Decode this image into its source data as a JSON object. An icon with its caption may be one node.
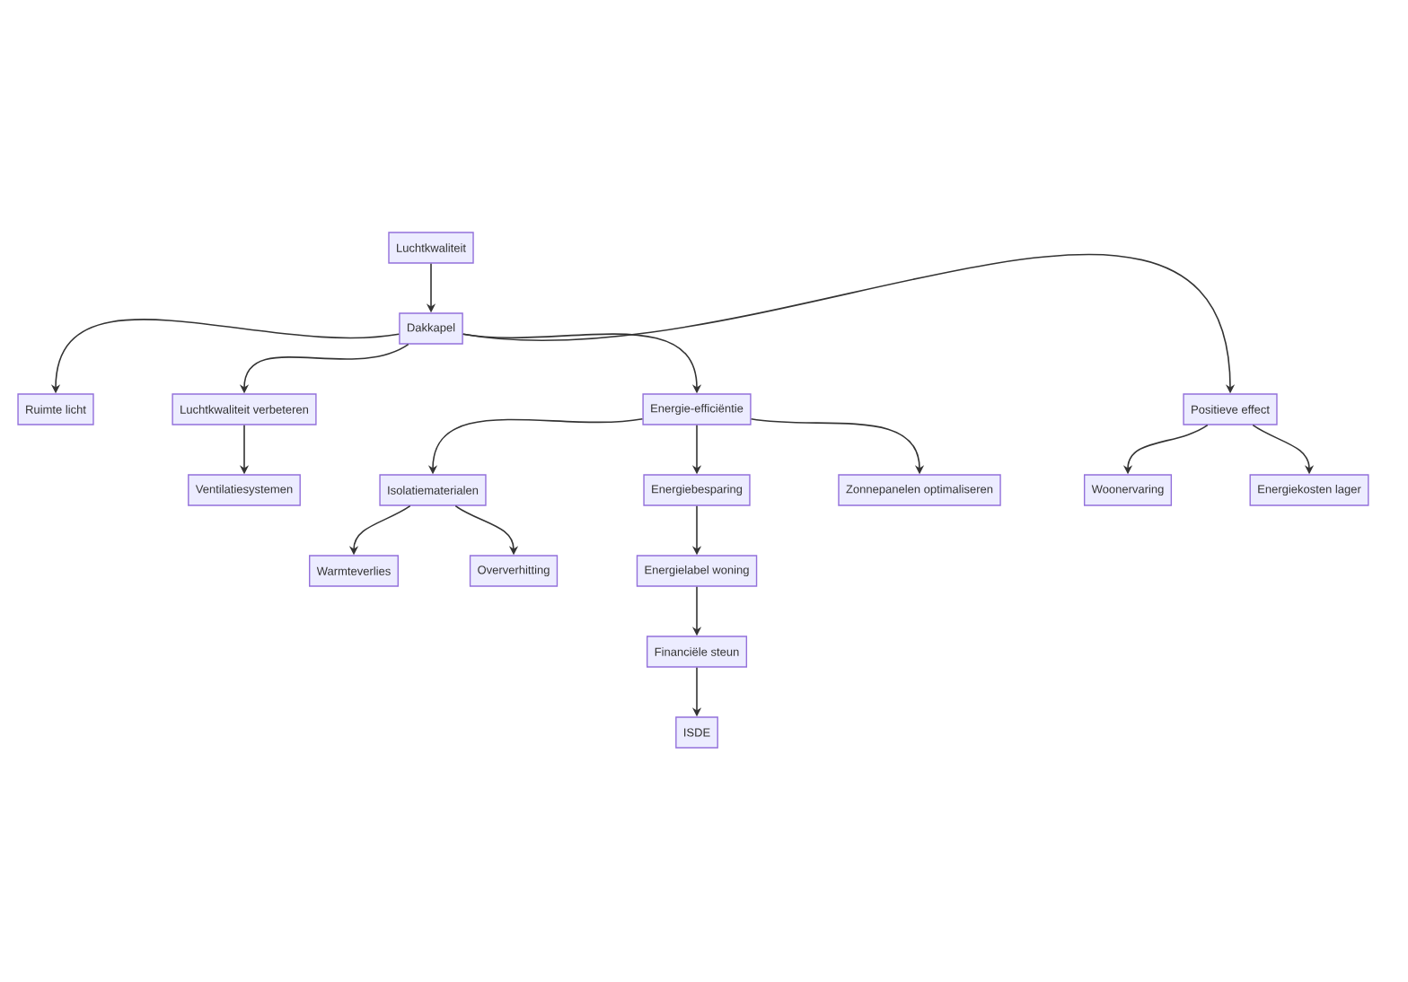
{
  "diagram": {
    "nodes": [
      {
        "text": [
          "Luchtkwaliteit"
        ]
      },
      {
        "text": [
          "Dakkapel"
        ]
      },
      {
        "text": [
          "Ruimte licht"
        ]
      },
      {
        "text": [
          "Luchtkwaliteit verbeteren"
        ]
      },
      {
        "text": [
          "Energie-efficiëntie"
        ]
      },
      {
        "text": [
          "Positieve effect"
        ]
      },
      {
        "text": [
          "Ventilatiesystemen"
        ]
      },
      {
        "text": [
          "Isolatiematerialen"
        ]
      },
      {
        "text": [
          "Energiebesparing"
        ]
      },
      {
        "text": [
          "Zonnepanelen optimaliseren"
        ]
      },
      {
        "text": [
          "Woonervaring"
        ]
      },
      {
        "text": [
          "Energiekosten lager"
        ]
      },
      {
        "text": [
          "Warmteverlies"
        ]
      },
      {
        "text": [
          "Oververhitting"
        ]
      },
      {
        "text": [
          "Energielabel woning"
        ]
      },
      {
        "text": [
          "Financiële steun"
        ]
      },
      {
        "text": [
          "ISDE"
        ]
      }
    ],
    "edges": [
      {
        "from": 0,
        "to": 1,
        "arrow": "to"
      },
      {
        "from": 1,
        "to": 2,
        "arrow": "to"
      },
      {
        "from": 1,
        "to": 3,
        "arrow": "to"
      },
      {
        "from": 1,
        "to": 4,
        "arrow": "to"
      },
      {
        "from": 1,
        "to": 5,
        "arrow": "to"
      },
      {
        "from": 3,
        "to": 6,
        "arrow": "to"
      },
      {
        "from": 4,
        "to": 7,
        "arrow": "to"
      },
      {
        "from": 4,
        "to": 8,
        "arrow": "to"
      },
      {
        "from": 4,
        "to": 9,
        "arrow": "to"
      },
      {
        "from": 5,
        "to": 10,
        "arrow": "to"
      },
      {
        "from": 5,
        "to": 11,
        "arrow": "to"
      },
      {
        "from": 7,
        "to": 12,
        "arrow": "to"
      },
      {
        "from": 7,
        "to": 13,
        "arrow": "to"
      },
      {
        "from": 8,
        "to": 14,
        "arrow": "to"
      },
      {
        "from": 14,
        "to": 15,
        "arrow": "to"
      },
      {
        "from": 15,
        "to": 16,
        "arrow": "to"
      }
    ]
  }
}
